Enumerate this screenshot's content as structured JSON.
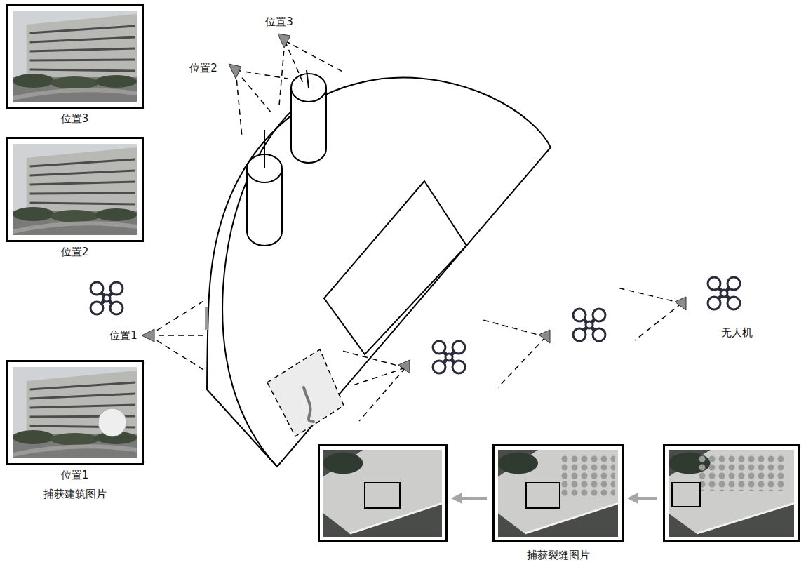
{
  "diagram": {
    "nodes": [
      {
        "text": [
          "位置3"
        ]
      },
      {
        "text": [
          "位置2"
        ]
      },
      {
        "text": [
          "位置1",
          "捕获建筑图片"
        ]
      },
      {
        "text": []
      },
      {
        "text": [
          "捕获裂缝图片"
        ]
      },
      {
        "text": []
      }
    ],
    "edges": [
      {
        "from": 5,
        "to": 4,
        "arrow": "to"
      },
      {
        "from": 4,
        "to": 3,
        "arrow": "to"
      }
    ],
    "labels": [
      "位置3",
      "位置2",
      "位置1",
      "无人机"
    ]
  }
}
